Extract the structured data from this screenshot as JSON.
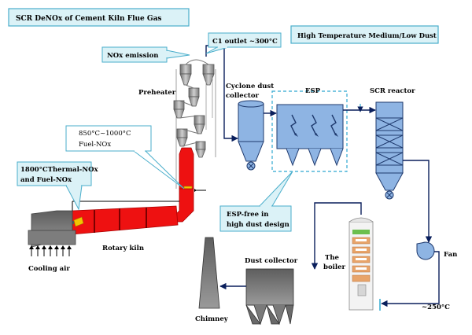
{
  "labels": {
    "title": "SCR DeNOx of Cement Kiln Flue Gas",
    "subtitle": "High Temperature Medium/Low Dust",
    "nox_emission": "NOx emission",
    "c1_outlet": "C1 outlet ~300°C",
    "preheater": "Preheater",
    "cyclone_1": "Cyclone dust",
    "cyclone_2": "collector",
    "esp": "ESP",
    "scr": "SCR reactor",
    "fuel_temp": "850°C~1000°C",
    "fuel_nox": "Fuel-NOx",
    "thermal_1": "1800°CThermal-NOx",
    "thermal_2": "and Fuel-NOx",
    "espfree_1": "ESP-free in",
    "espfree_2": "high dust design",
    "rotary_kiln": "Rotary kiln",
    "cooling_air": "Cooling air",
    "the": "The",
    "boiler": "boiler",
    "dust_collector": "Dust collector",
    "chimney": "Chimney",
    "fan": "Fan",
    "temp_250": "~250°C"
  },
  "colors": {
    "equipment_fill": "#8eb4e3",
    "equipment_stroke": "#1f3a6e",
    "callout_fill": "#dbf2f7",
    "callout_stroke": "#4aaecb",
    "kiln_red": "#ee1111",
    "flow_line": "#0a1f5c",
    "gray_equipment": "#9a9a9a"
  }
}
